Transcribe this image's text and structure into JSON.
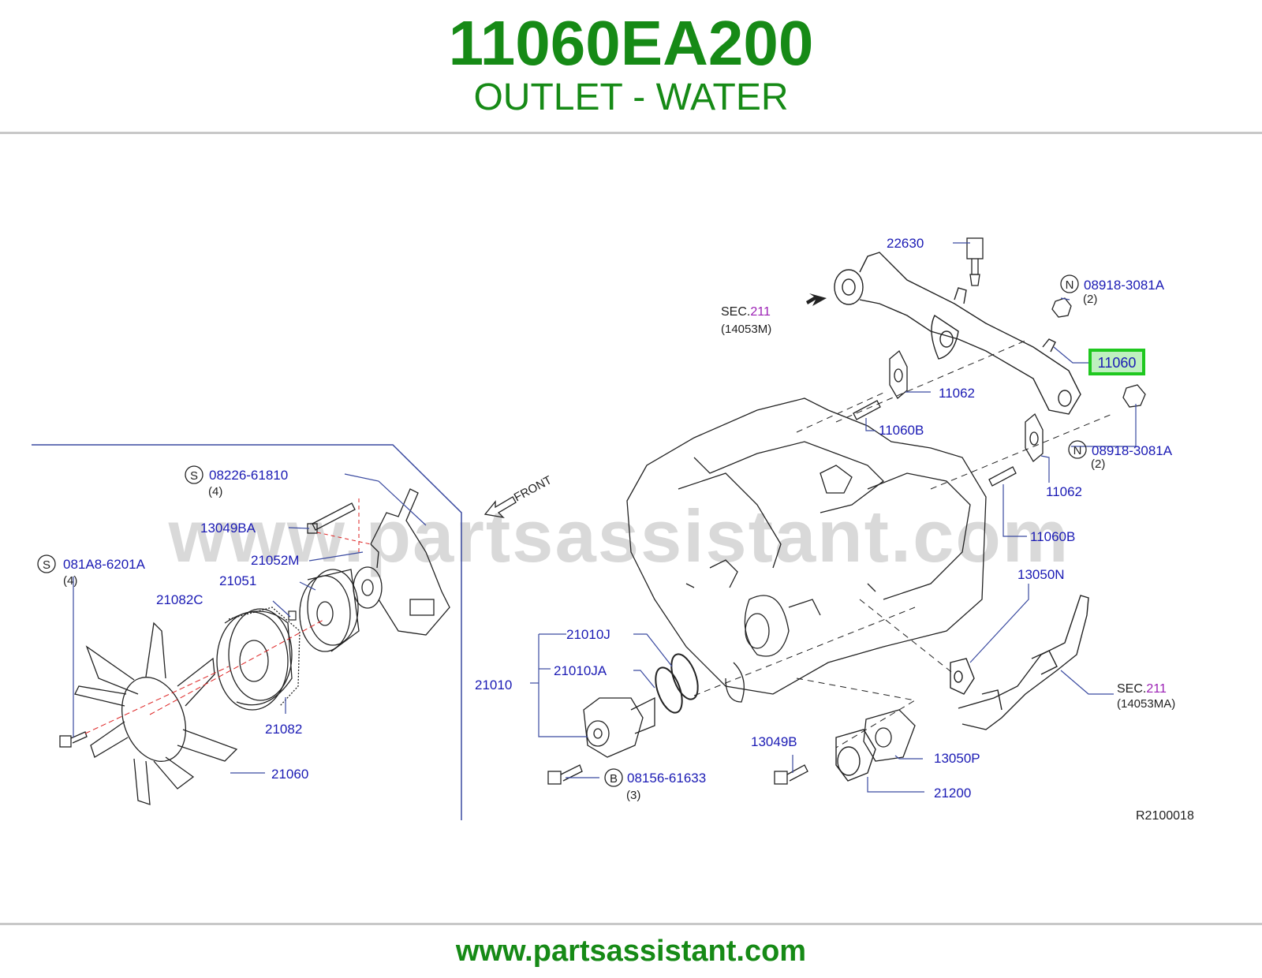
{
  "header": {
    "part_number": "11060EA200",
    "part_name": "OUTLET - WATER"
  },
  "footer": {
    "url": "www.partsassistant.com"
  },
  "watermark": "www.partsassistant.com",
  "colors": {
    "brand_green": "#168a16",
    "callout_blue": "#1a1ab4",
    "section_purple": "#9b1fb4",
    "highlight_border": "#1fc81f",
    "highlight_fill": "#bff0bf",
    "line_dark": "#222222",
    "leader_blue": "#3a4aa0",
    "watermark_gray": "#d9d9d9"
  },
  "diagram": {
    "ref_code": "R2100018",
    "front_label": "FRONT",
    "highlighted_part": "11060",
    "sections": [
      {
        "prefix": "SEC.",
        "num": "211",
        "sub": "(14053M)"
      },
      {
        "prefix": "SEC.",
        "num": "211",
        "sub": "(14053MA)"
      }
    ],
    "circled": [
      {
        "letter": "N",
        "part": "08918-3081A",
        "qty": "(2)"
      },
      {
        "letter": "N",
        "part": "08918-3081A",
        "qty": "(2)"
      },
      {
        "letter": "S",
        "part": "08226-61810",
        "qty": "(4)"
      },
      {
        "letter": "S",
        "part": "081A8-6201A",
        "qty": "(4)"
      },
      {
        "letter": "B",
        "part": "08156-61633",
        "qty": "(3)"
      }
    ],
    "callouts": [
      "22630",
      "11062",
      "11060B",
      "11062",
      "11060B",
      "13050N",
      "13049BA",
      "21052M",
      "21051",
      "21082C",
      "21082",
      "21060",
      "21010J",
      "21010JA",
      "21010",
      "13049B",
      "13050P",
      "21200"
    ]
  }
}
